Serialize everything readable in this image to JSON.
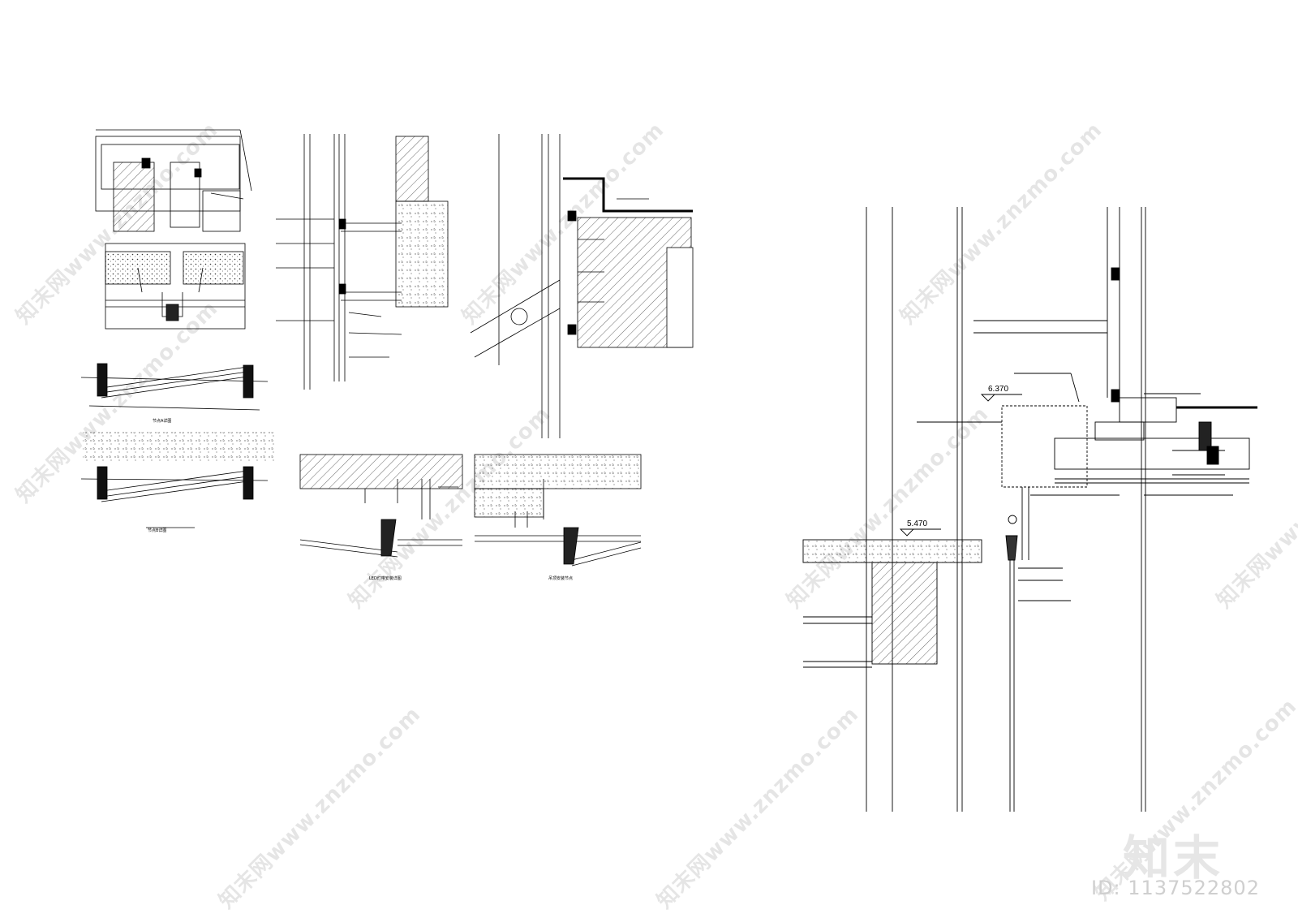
{
  "drawing": {
    "level_upper": "6.370",
    "level_lower": "5.470",
    "note_lines": [
      "节点A详图",
      "节点B详图",
      "LED灯带安装详图",
      "吊顶安装节点"
    ]
  },
  "watermark": {
    "text": "知末网www.znzmo.com"
  },
  "brand": {
    "logo_text": "知末",
    "id_text": "ID: 1137522802"
  },
  "colors": {
    "line": "#000000",
    "hatch": "#555555",
    "watermark": "#e6e6e6"
  }
}
